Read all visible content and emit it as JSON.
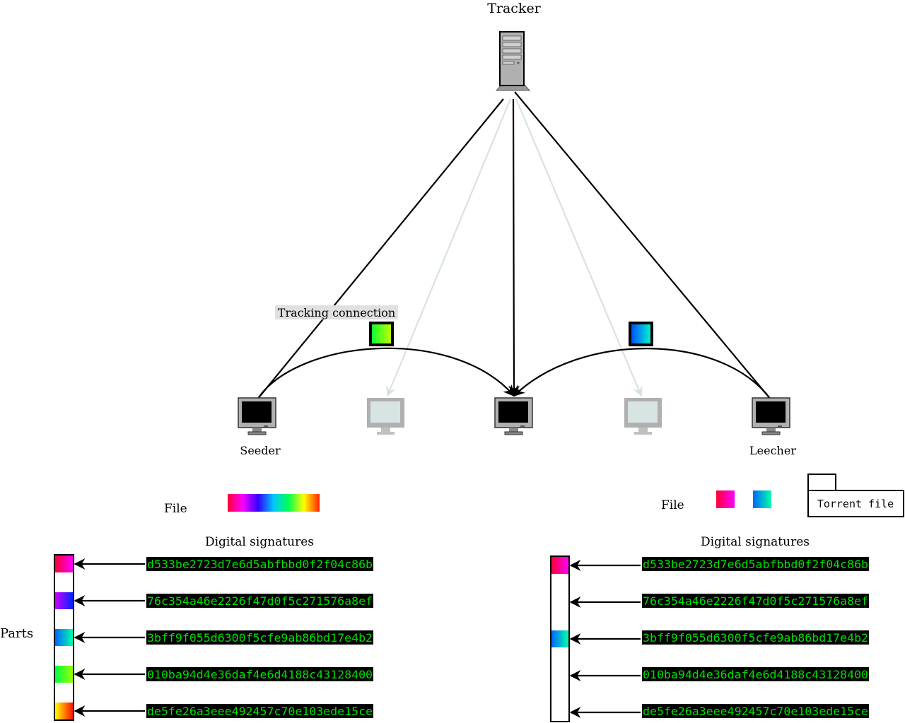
{
  "tracker": {
    "label": "Tracker"
  },
  "connection_label": "Tracking connection",
  "peers": {
    "seeder_label": "Seeder",
    "leecher_label": "Leecher"
  },
  "seeder_side": {
    "file_label": "File",
    "signatures_title": "Digital signatures",
    "parts_label": "Parts",
    "hashes": [
      "d533be2723d7e6d5abfbbd0f2f04c86b",
      "76c354a46e2226f47d0f5c271576a8ef",
      "3bff9f055d6300f5cfe9ab86bd17e4b2",
      "010ba94d4e36daf4e6d4188c43128400",
      "de5fe26a3eee492457c70e103ede15ce"
    ]
  },
  "leecher_side": {
    "file_label": "File",
    "signatures_title": "Digital signatures",
    "torrent_file_label": "Torrent file",
    "hashes": [
      "d533be2723d7e6d5abfbbd0f2f04c86b",
      "76c354a46e2226f47d0f5c271576a8ef",
      "3bff9f055d6300f5cfe9ab86bd17e4b2",
      "010ba94d4e36daf4e6d4188c43128400",
      "de5fe26a3eee492457c70e103ede15ce"
    ]
  },
  "colors": {
    "line": "#000000",
    "faded_line": "#d8e3e3",
    "hash_text": "#00e000",
    "hash_bg": "#000000",
    "label_bg": "#e0e0e0"
  }
}
